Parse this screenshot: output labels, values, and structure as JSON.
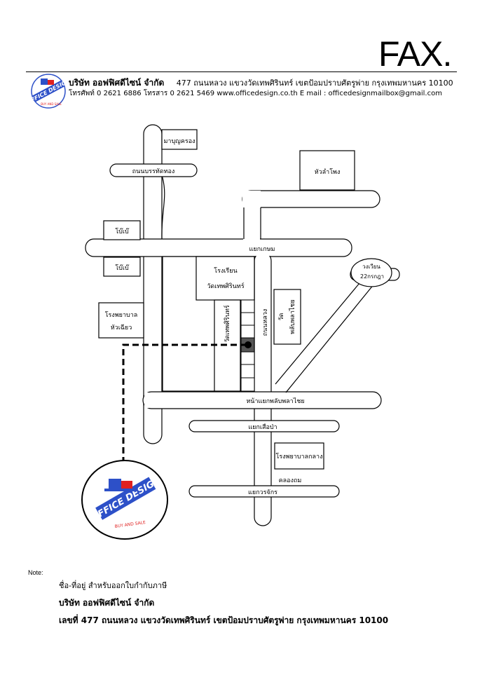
{
  "header": {
    "title": "FAX.",
    "company_name": "บริษัท ออฟฟิศดีไซน์ จำกัด",
    "address": "477 ถนนหลวง แขวงวัดเทพศิรินทร์ เขตป้อมปราบศัตรูพ่าย กรุงเทพมหานคร 10100",
    "contact": "โทรศัพท์ 0 2621 6886 โทรสาร 0 2621 5469 www.officedesign.co.th E mail : officedesignmailbox@gmail.com"
  },
  "logo": {
    "brand": "OFFICE DESIGN",
    "tagline": "BUY AND SALE",
    "small_brand": "OFFICE DESIGN",
    "small_tagline": "BUY AND SALE"
  },
  "map": {
    "labels": {
      "mabunkrong": "มาบุญครอง",
      "bantadthong": "ถนนบรรทัดทอง",
      "hualamphong": "หัวลำโพง",
      "bobae_top": "โบ๊เบ๊",
      "bobae_bottom": "โบ๊เบ๊",
      "yaek_kasem": "แยกเกษม",
      "wongwian_line1": "วงเวียน",
      "wongwian_line2": "22กรกฎา",
      "school_line1": "โรงเรียน",
      "school_line2": "วัดเทพศิรินทร์",
      "hospital_line1": "โรงพยาบาล",
      "hospital_line2": "หัวเฉียว",
      "wat_debsirin_road": "วัดเทพศิรินทร์",
      "thanon_luang": "ถนนหลวง",
      "wat_line1": "วัด",
      "wat_line2": "พลับพลาไชย",
      "na_yaek": "หน้าแยกพลับพลาไชย",
      "yaek_suapa": "แยกเสือป่า",
      "hospital_klang": "โรงพยาบาลกลาง",
      "khlong_thom": "คลองถม",
      "yaek_worachak": "แยกวรจักร"
    },
    "colors": {
      "logo_blue": "#2d50c8",
      "logo_red": "#e02020",
      "marker": "#555555"
    }
  },
  "note": {
    "label": "Note:",
    "line1": "ชื่อ-ที่อยู่ สำหรับออกใบกำกับภาษี",
    "line2": "บริษัท ออฟฟิศดีไซน์ จำกัด",
    "line3": "เลขที่ 477 ถนนหลวง แขวงวัดเทพศิรินทร์ เขตป้อมปราบศัตรูพ่าย กรุงเทพมหานคร 10100"
  }
}
